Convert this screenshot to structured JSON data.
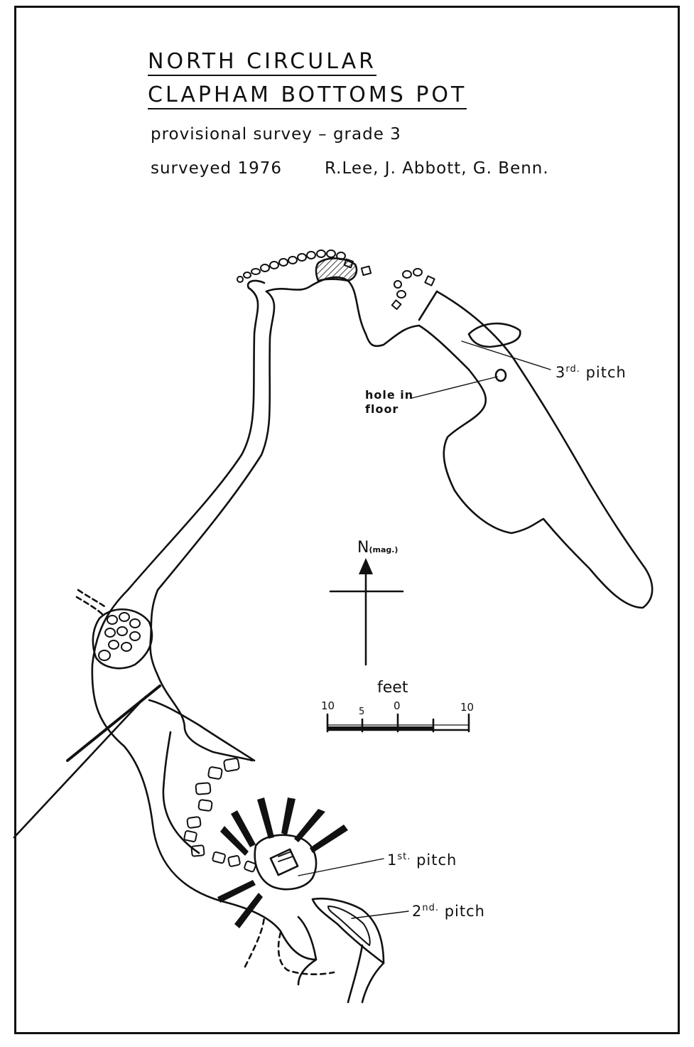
{
  "header": {
    "title_line1": "NORTH CIRCULAR",
    "title_line2": "CLAPHAM BOTTOMS POT",
    "subtitle": "provisional survey  –  grade 3",
    "surveyed_label": "surveyed 1976",
    "surveyors": "R.Lee, J. Abbott, G. Benn."
  },
  "labels": {
    "third_pitch": "3",
    "third_pitch_sup": "rd.",
    "third_pitch_word": "pitch",
    "hole_line1": "hole in",
    "hole_line2": "floor",
    "first_pitch": "1",
    "first_pitch_sup": "st.",
    "first_pitch_word": "pitch",
    "second_pitch": "2",
    "second_pitch_sup": "nd.",
    "second_pitch_word": "pitch"
  },
  "north_arrow": {
    "label": "N",
    "qualifier": "(mag.)"
  },
  "scale_bar": {
    "unit": "feet",
    "ticks": [
      "10",
      "5",
      "0",
      "10"
    ]
  }
}
